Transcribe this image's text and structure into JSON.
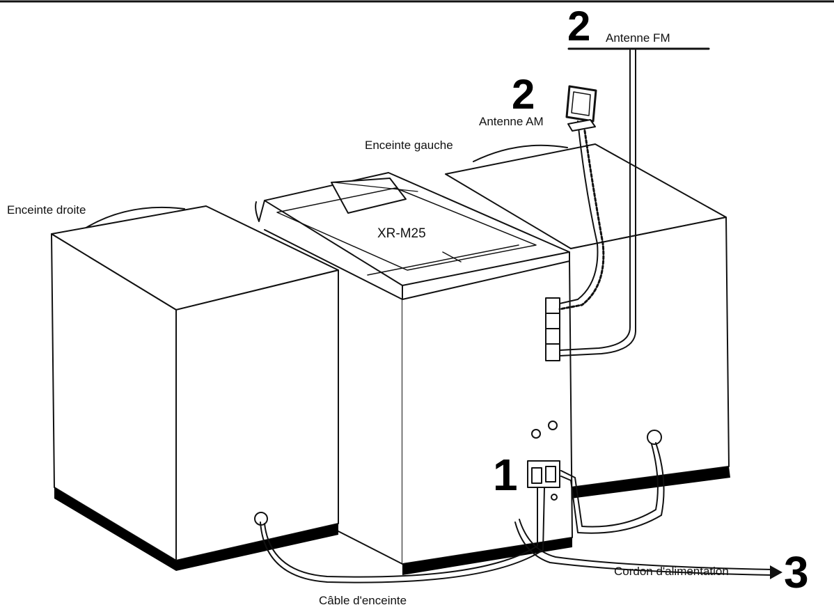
{
  "colors": {
    "line": "#111111",
    "background": "#ffffff",
    "shadow": "#000000"
  },
  "labels": {
    "fm_antenna": "Antenne FM",
    "am_antenna": "Antenne AM",
    "left_speaker": "Enceinte gauche",
    "right_speaker": "Enceinte droite",
    "unit_model": "XR-M25",
    "power_cord": "Cordon d'alimentation",
    "speaker_cable": "Câble d'enceinte"
  },
  "steps": {
    "speaker_connection": "1",
    "fm_antenna": "2",
    "am_antenna": "2",
    "power_cord": "3"
  }
}
